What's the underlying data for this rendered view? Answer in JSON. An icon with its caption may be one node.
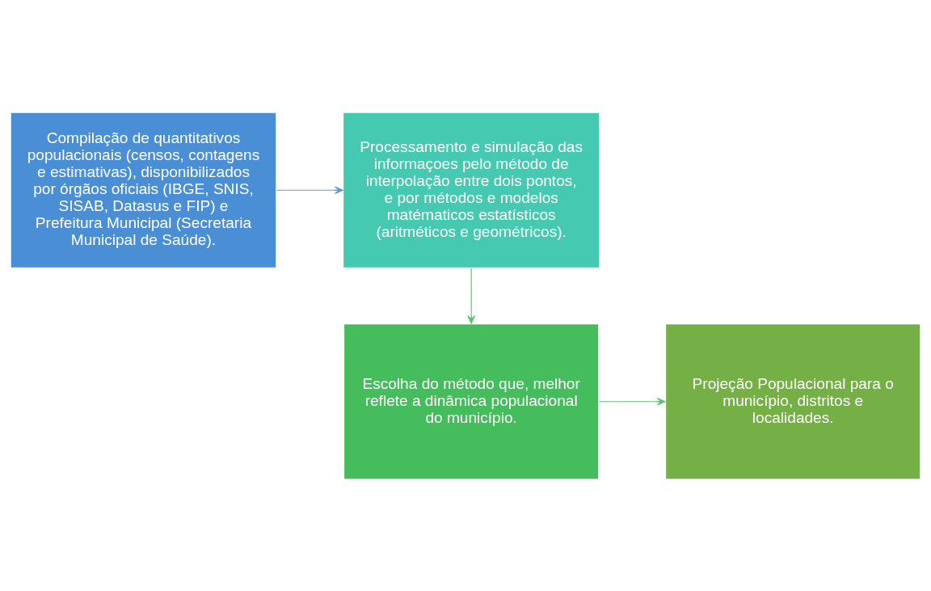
{
  "diagram": {
    "nodes": [
      {
        "text": [
          "Compilação de quantitativos populacionais (censos, contagens e estimativas), disponibilizados por órgãos oficiais (IBGE, SNIS, SISAB, Datasus e FIP) e Prefeitura Municipal (Secretaria Municipal de Saúde)."
        ]
      },
      {
        "text": [
          "Processamento e simulação das informaçoes pelo método de interpolação entre dois pontos, e por métodos e modelos matématicos estatísticos (aritméticos e geométricos)."
        ]
      },
      {
        "text": [
          "Escolha do método que, melhor reflete a dinâmica populacional do município."
        ]
      },
      {
        "text": [
          "Projeção Populacional para o município, distritos e localidades."
        ]
      }
    ],
    "edges": [
      {
        "from": 0,
        "to": 1,
        "arrow": "to",
        "color": "#5b9bd5"
      },
      {
        "from": 1,
        "to": 2,
        "arrow": "to"
      },
      {
        "from": 2,
        "to": 3,
        "arrow": "to"
      }
    ]
  }
}
